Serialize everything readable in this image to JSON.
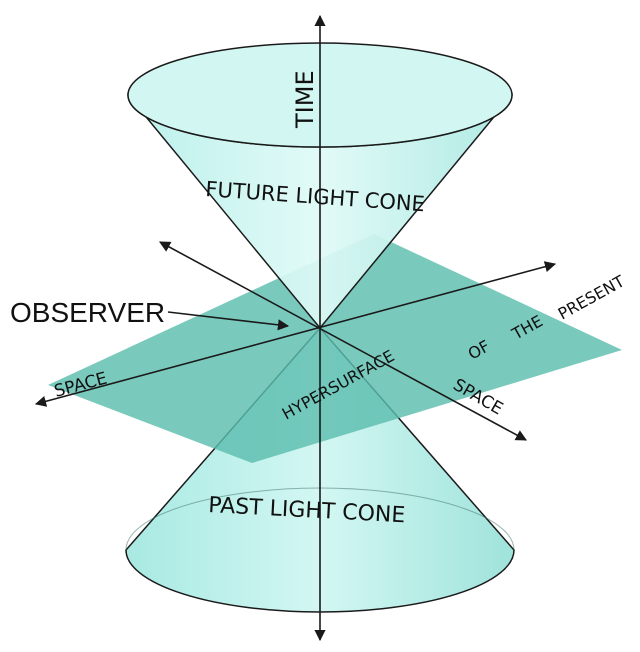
{
  "labels": {
    "time": "TIME",
    "future_cone": "FUTURE LIGHT CONE",
    "observer": "OBSERVER",
    "space_left": "SPACE",
    "space_right": "SPACE",
    "hypersurface_1": "HYPERSURFACE",
    "hypersurface_2": "OF",
    "hypersurface_3": "THE",
    "hypersurface_4": "PRESENT",
    "past_cone": "PAST LIGHT CONE"
  },
  "colors": {
    "cone_fill": "#bff3ee",
    "cone_top": "#d6f8f5",
    "plane_fill": "#5bbdae",
    "stroke": "#1a1a1a",
    "background": "#ffffff"
  }
}
